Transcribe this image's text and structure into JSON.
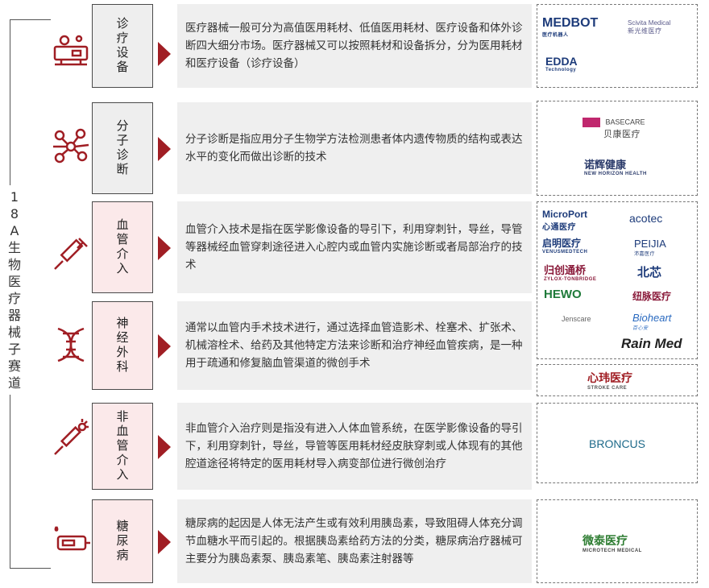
{
  "side_title": [
    "1",
    "8",
    "A",
    "生",
    "物",
    "医",
    "疗",
    "器",
    "械",
    "子",
    "赛",
    "道"
  ],
  "rows": [
    {
      "category": "诊疗设备",
      "icon": "medical-equipment-icon",
      "description": "医疗器械一般可分为高值医用耗材、低值医用耗材、医疗设备和体外诊断四大细分市场。医疗器械又可以按照耗材和设备拆分，分为医用耗材和医疗设备（诊疗设备）",
      "logos": [
        {
          "name": "MEDBOT",
          "sub": "医疗机器人"
        },
        {
          "name": "Scivita Medical",
          "sub": "新光维医疗"
        },
        {
          "name": "EDDA",
          "sub": "Technology"
        }
      ]
    },
    {
      "category": "分子诊断",
      "icon": "molecule-icon",
      "description": "分子诊断是指应用分子生物学方法检测患者体内遗传物质的结构或表达水平的变化而做出诊断的技术",
      "logos": [
        {
          "name": "BASECARE",
          "sub": "贝康医疗"
        },
        {
          "name": "诺辉健康",
          "sub": "NEW HORIZON HEALTH"
        }
      ]
    },
    {
      "category": "血管介入",
      "icon": "syringe-icon",
      "description": "血管介入技术是指在医学影像设备的导引下，利用穿刺针，导丝，导管等器械经血管穿刺途径进入心腔内或血管内实施诊断或者局部治疗的技术",
      "logos": [
        {
          "name": "MicroPort",
          "sub": "心通医疗"
        },
        {
          "name": "acotec",
          "sub": ""
        },
        {
          "name": "启明医疗",
          "sub": "VENUSMEDTECH"
        },
        {
          "name": "PEIJIA",
          "sub": "沛嘉医疗"
        },
        {
          "name": "归创通桥",
          "sub": "ZYLOX-TONBRIDGE"
        },
        {
          "name": "北芯",
          "sub": ""
        },
        {
          "name": "HEWO",
          "sub": ""
        },
        {
          "name": "纽脉医疗",
          "sub": ""
        },
        {
          "name": "Jenscare",
          "sub": ""
        },
        {
          "name": "Bioheart",
          "sub": "百心安"
        },
        {
          "name": "Rain Med",
          "sub": ""
        }
      ]
    },
    {
      "category": "神经外科",
      "icon": "dna-icon",
      "description": "通常以血管内手术技术进行，通过选择血管造影术、栓塞术、扩张术、机械溶栓术、给药及其他特定方法来诊断和治疗神经血管疾病，是一种用于疏通和修复脑血管渠道的微创手术",
      "logos": [
        {
          "name": "心玮医疗",
          "sub": "STROKE CARE"
        }
      ]
    },
    {
      "category": "非血管介入",
      "icon": "probe-icon",
      "description": "非血管介入治疗则是指没有进入人体血管系统，在医学影像设备的导引下，利用穿刺针，导丝，导管等医用耗材经皮肤穿刺或人体现有的其他腔道途径将特定的医用耗材导入病变部位进行微创治疗",
      "logos": [
        {
          "name": "BRONCUS",
          "sub": ""
        }
      ]
    },
    {
      "category": "糖尿病",
      "icon": "glucose-meter-icon",
      "description": "糖尿病的起因是人体无法产生或有效利用胰岛素，导致阻碍人体充分调节血糖水平而引起的。根据胰岛素给药方法的分类，糖尿病治疗器械可主要分为胰岛素泵、胰岛素笔、胰岛素注射器等",
      "logos": [
        {
          "name": "微泰医疗",
          "sub": "MICROTECH MEDICAL"
        }
      ]
    }
  ],
  "colors": {
    "icon": "#a01e24",
    "arrow": "#a01e24",
    "gray_box": "#eeeeee",
    "pink_box": "#fbe9ea",
    "desc_bg": "#efefef"
  }
}
